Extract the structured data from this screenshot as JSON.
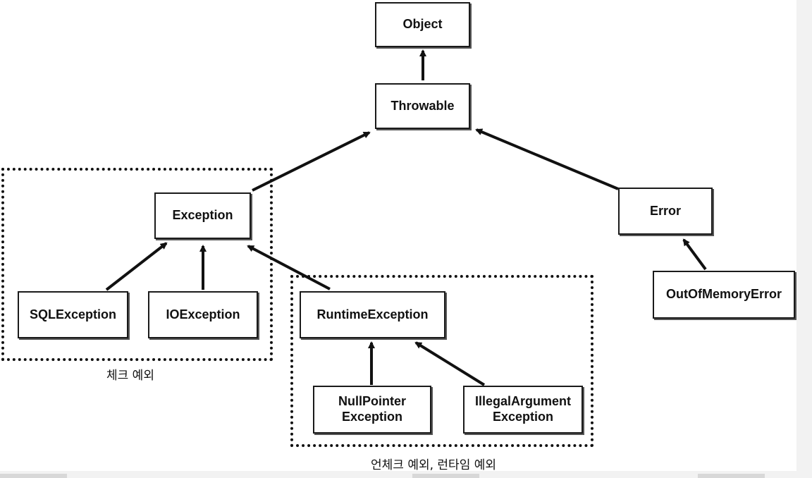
{
  "nodes": {
    "object": "Object",
    "throwable": "Throwable",
    "exception": "Exception",
    "error": "Error",
    "sql_exception": "SQLException",
    "io_exception": "IOException",
    "runtime_exception": "RuntimeException",
    "out_of_memory_error": "OutOfMemoryError",
    "null_pointer_exception": "NullPointer\nException",
    "illegal_argument_exception": "IllegalArgument\nException"
  },
  "groups": {
    "checked_label": "체크 예외",
    "unchecked_label": "언체크 예외, 런타임 예외"
  },
  "edges": [
    {
      "from": "throwable",
      "to": "object"
    },
    {
      "from": "exception",
      "to": "throwable"
    },
    {
      "from": "error",
      "to": "throwable"
    },
    {
      "from": "sql_exception",
      "to": "exception"
    },
    {
      "from": "io_exception",
      "to": "exception"
    },
    {
      "from": "runtime_exception",
      "to": "exception"
    },
    {
      "from": "out_of_memory_error",
      "to": "error"
    },
    {
      "from": "null_pointer_exception",
      "to": "runtime_exception"
    },
    {
      "from": "illegal_argument_exception",
      "to": "runtime_exception"
    }
  ],
  "colors": {
    "line": "#111111",
    "box_border": "#1a1a1a"
  }
}
